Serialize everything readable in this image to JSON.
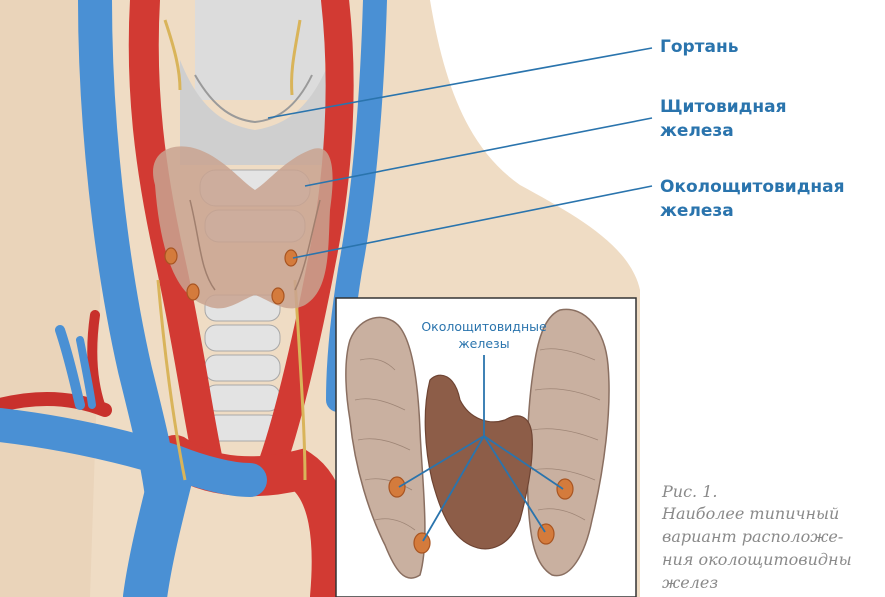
{
  "labels": {
    "larynx": "Гортань",
    "thyroid_line1": "Щитовидная",
    "thyroid_line2": "железа",
    "parathyroid_line1": "Околощитовидная",
    "parathyroid_line2": "железа"
  },
  "inset": {
    "title_line1": "Околощитовидные",
    "title_line2": "железы"
  },
  "caption": {
    "line1": "Рис. 1.",
    "line2": "Наиболее типичный",
    "line3": "вариант расположе-",
    "line4": "ния околощитовидны",
    "line5": "желез"
  },
  "colors": {
    "label_blue": "#2a74ad",
    "vein_blue": "#4a90d4",
    "artery_red": "#d23a33",
    "thyroid_tan": "#c9a391",
    "gland_orange": "#d47b3c"
  }
}
